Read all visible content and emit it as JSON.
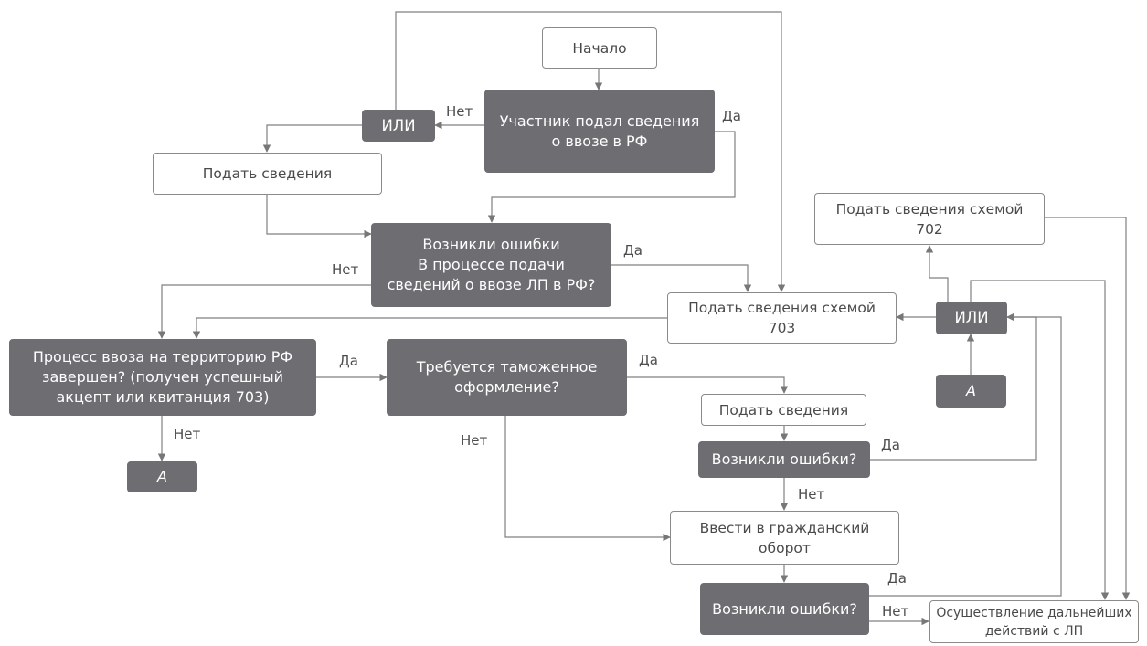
{
  "nodes": {
    "start": "Начало",
    "submitted": "Участник подал сведения\nо ввозе в РФ",
    "or_left": "ИЛИ",
    "submit_info": "Подать сведения",
    "errors_submit": "Возникли ошибки\nВ процессе подачи\nсведений о ввозе ЛП в РФ?",
    "scheme_702": "Подать сведения схемой\n702",
    "scheme_703": "Подать сведения схемой\n703",
    "or_right": "ИЛИ",
    "a_right": "А",
    "process_done": "Процесс ввоза на территорию РФ\nзавершен? (получен успешный\nакцепт или квитанция 703)",
    "customs": "Требуется таможенное\nоформление?",
    "a_left": "А",
    "submit_info_2": "Подать сведения",
    "errors_2": "Возникли ошибки?",
    "circulation": "Ввести в гражданский\nоборот",
    "errors_3": "Возникли ошибки?",
    "further_actions": "Осуществление дальнейших\nдействий с ЛП"
  },
  "labels": {
    "net_1": "Нет",
    "da_1": "Да",
    "net_2": "Нет",
    "da_2": "Да",
    "da_3": "Да",
    "net_3": "Нет",
    "da_4": "Да",
    "net_4": "Нет",
    "da_5": "Да",
    "da_6": "Да",
    "net_5": "Нет",
    "net_6": "Нет"
  }
}
